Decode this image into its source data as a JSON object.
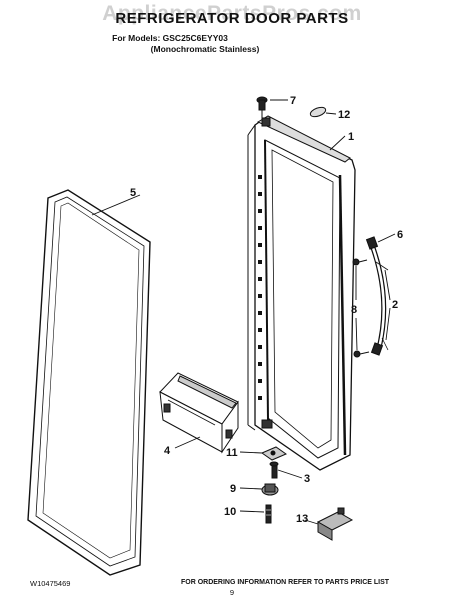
{
  "header": {
    "watermark": "AppliancePartsPros.com",
    "title": "REFRIGERATOR DOOR PARTS",
    "models_line": "For Models: GSC25C6EYY03",
    "variant_line": "(Monochromatic Stainless)"
  },
  "callouts": [
    "1",
    "2",
    "3",
    "4",
    "5",
    "6",
    "7",
    "8",
    "9",
    "10",
    "11",
    "12",
    "13"
  ],
  "footer": {
    "doc_number": "W10475469",
    "ordering_note": "FOR ORDERING INFORMATION REFER TO PARTS PRICE LIST",
    "page_number": "9"
  }
}
